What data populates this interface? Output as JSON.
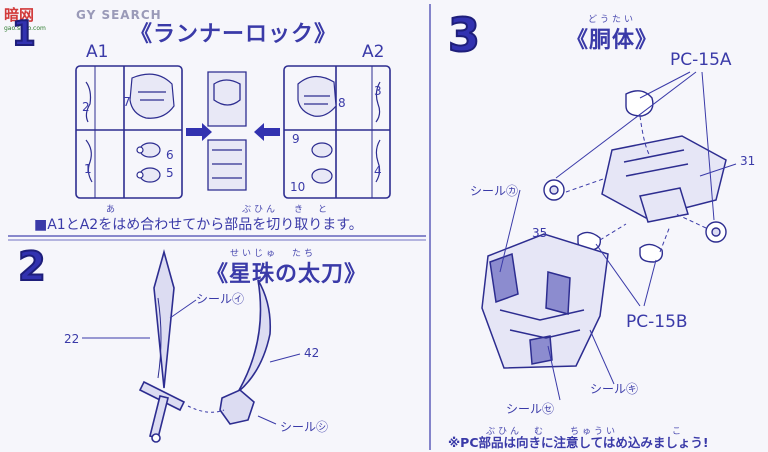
{
  "watermark": {
    "logo": "暗网",
    "sub": "gao.shao.com",
    "search": "GY SEARCH"
  },
  "step1": {
    "number": "1",
    "title": "《ランナーロック》",
    "runner_a1": "A1",
    "runner_a2": "A2",
    "part_numbers_a1": [
      "2",
      "7",
      "6",
      "1",
      "5"
    ],
    "part_numbers_a2": [
      "8",
      "3",
      "9",
      "4",
      "10"
    ],
    "instruction": "■A1とA2をはめ合わせてから部品を切り取ります。",
    "ruby": {
      "ai": "あ",
      "buhin": "ぶひん",
      "ki": "き",
      "to": "と"
    }
  },
  "step2": {
    "number": "2",
    "title": "《星珠の太刀》",
    "ruby_seiju": "せいじゅ",
    "ruby_tachi": "たち",
    "seal_label": "シール㋑",
    "seal_label_2": "シール㋛",
    "part_22": "22",
    "part_42": "42"
  },
  "step3": {
    "number": "3",
    "title": "《胴体》",
    "ruby_doutai": "どうたい",
    "pc15a": "PC-15A",
    "pc15b": "PC-15B",
    "part_31": "31",
    "part_35": "35",
    "seal_ka": "シール㋕",
    "seal_se": "シール㋝",
    "seal_ki": "シール㋖",
    "note": "※PC部品は向きに注意してはめ込みましょう!",
    "note_ruby": {
      "buhin": "ぶひん",
      "mu": "む",
      "chuui": "ちゅうい",
      "ko": "こ"
    }
  },
  "colors": {
    "ink": "#3535a6",
    "paper": "#f6f6fb",
    "dark": "#1e1e7a",
    "shade": "#8c8ccf"
  }
}
